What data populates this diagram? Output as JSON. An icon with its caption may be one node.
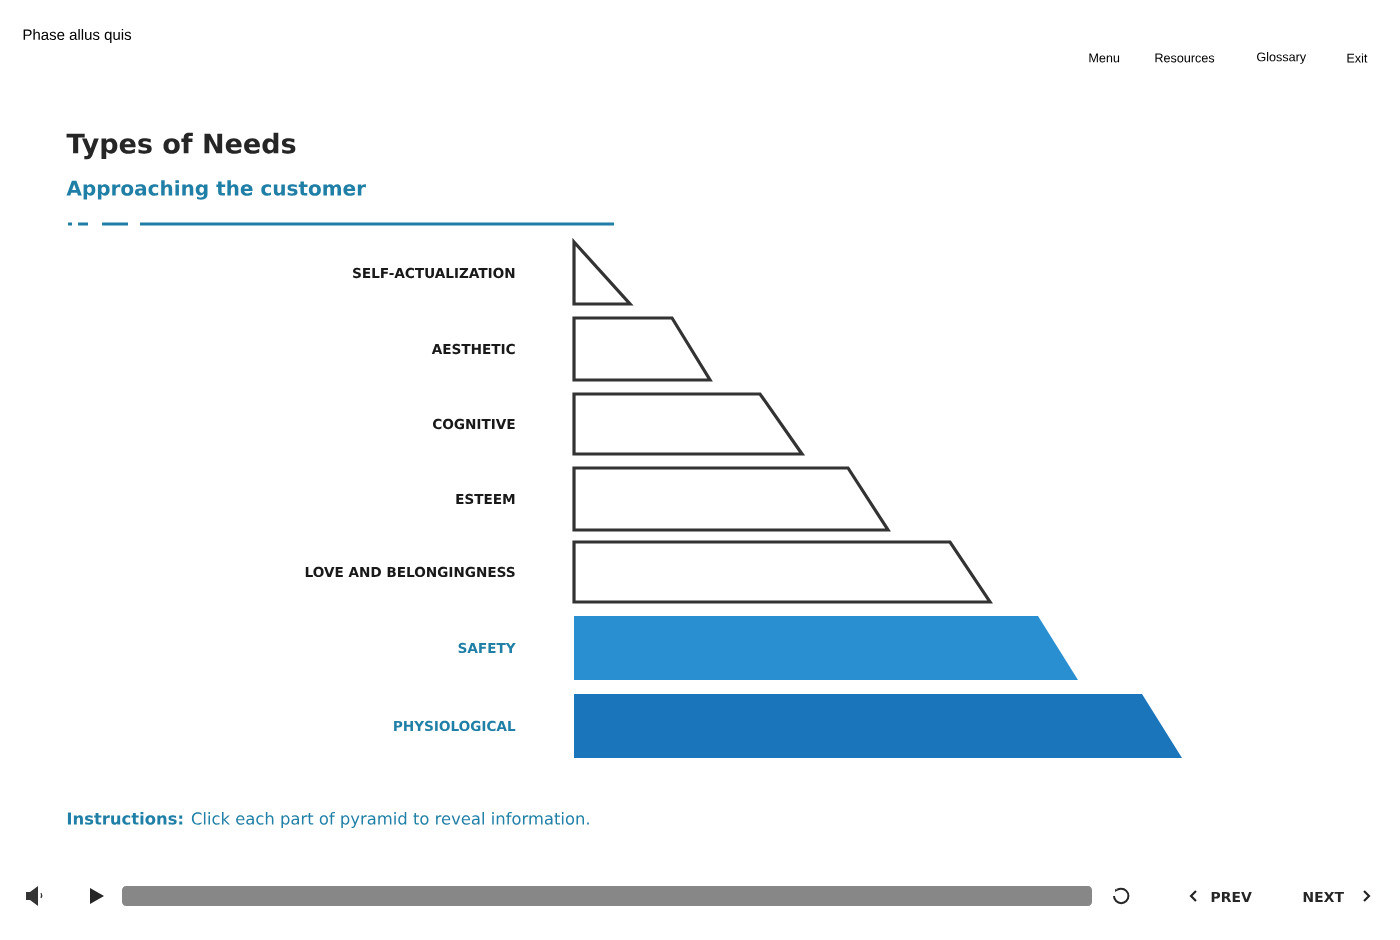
{
  "diagram": {
    "title": "Types of Needs",
    "nodes": [
      {
        "text": [
          "SELF-ACTUALIZATION"
        ]
      },
      {
        "text": [
          "AESTHETIC"
        ]
      },
      {
        "text": [
          "COGNITIVE"
        ]
      },
      {
        "text": [
          "ESTEEM"
        ]
      },
      {
        "text": [
          "LOVE AND BELONGINGNESS"
        ]
      },
      {
        "text": [
          "SAFETY"
        ]
      },
      {
        "text": [
          "PHYSIOLOGICAL"
        ]
      }
    ],
    "labels": [
      "Phase allus quis",
      "Menu",
      "Resources",
      "Glossary",
      "Exit",
      "Approaching the customer",
      "**Instructions:** Click each part of pyramid to reveal information.",
      "PREV",
      "NEXT"
    ]
  }
}
